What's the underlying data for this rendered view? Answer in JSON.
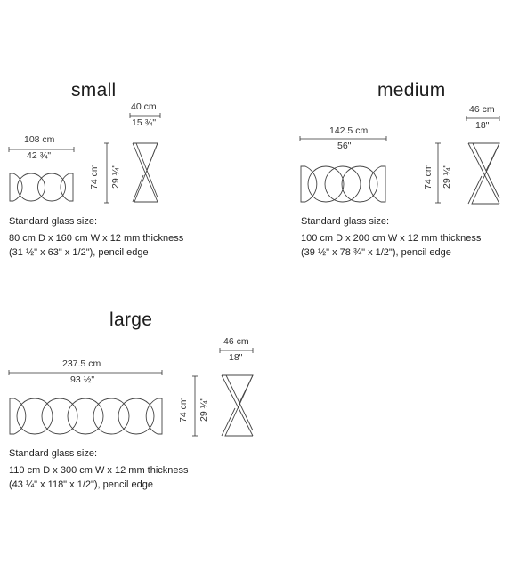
{
  "sizes": {
    "small": {
      "title": "small",
      "width_cm": "108 cm",
      "width_in": "42 ¾\"",
      "depth_cm": "40 cm",
      "depth_in": "15 ¾\"",
      "height_cm": "74 cm",
      "height_in": "29 ¼\"",
      "spec_heading": "Standard glass size:",
      "spec_line1": "80 cm D x 160 cm W x 12 mm thickness",
      "spec_line2": "(31 ½\" x 63\" x 1/2\"), pencil edge"
    },
    "medium": {
      "title": "medium",
      "width_cm": "142.5 cm",
      "width_in": "56\"",
      "depth_cm": "46 cm",
      "depth_in": "18\"",
      "height_cm": "74 cm",
      "height_in": "29 ¼\"",
      "spec_heading": "Standard glass size:",
      "spec_line1": "100 cm D x 200 cm W x 12 mm thickness",
      "spec_line2": "(39 ½\" x 78 ¾\" x 1/2\"), pencil edge"
    },
    "large": {
      "title": "large",
      "width_cm": "237.5 cm",
      "width_in": "93 ½\"",
      "depth_cm": "46 cm",
      "depth_in": "18\"",
      "height_cm": "74 cm",
      "height_in": "29 ¼\"",
      "spec_heading": "Standard glass size:",
      "spec_line1": "110 cm D x 300 cm W x 12 mm thickness",
      "spec_line2": "(43 ¼\" x 118\" x 1/2\"), pencil edge"
    }
  }
}
